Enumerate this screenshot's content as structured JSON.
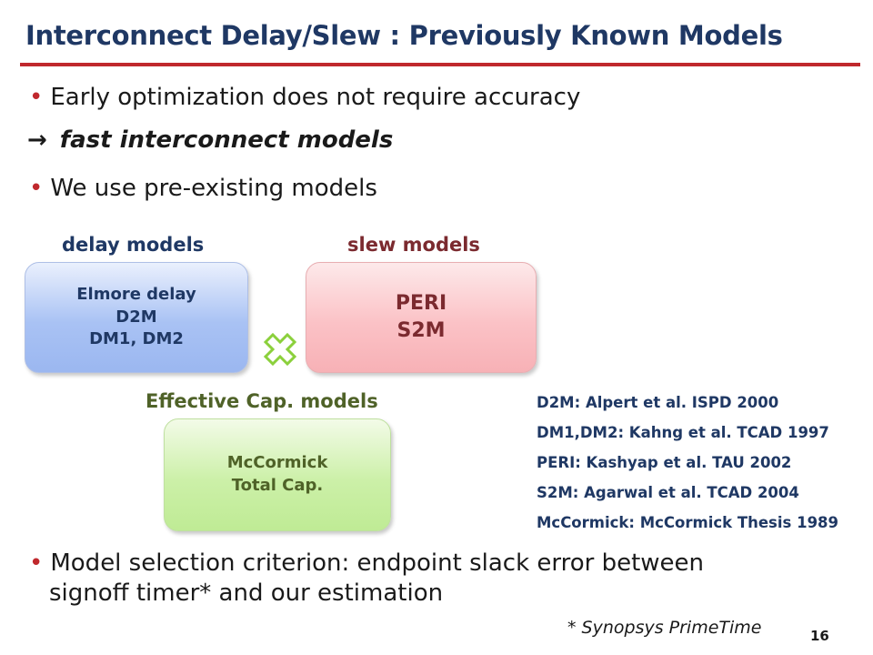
{
  "slide": {
    "title": "Interconnect Delay/Slew : Previously Known Models",
    "bullets": [
      "Early optimization does not require accuracy",
      "We use pre-existing  models"
    ],
    "arrow_line": {
      "arrow": "→",
      "text": "fast  interconnect models"
    },
    "delay_models": {
      "label": "delay models",
      "label_color": "#1f3864",
      "lines": [
        "Elmore delay",
        "D2M",
        "DM1, DM2"
      ]
    },
    "slew_models": {
      "label": "slew models",
      "label_color": "#7b2a2f",
      "lines": [
        "PERI",
        "S2M"
      ]
    },
    "effcap_models": {
      "label": "Effective Cap. models",
      "label_color": "#4f6228",
      "lines": [
        "McCormick",
        "Total Cap."
      ]
    },
    "cross_icon": "cross-multiply-icon",
    "references": [
      "D2M: Alpert et al.  ISPD 2000",
      "DM1,DM2: Kahng et al. TCAD 1997",
      "PERI: Kashyap et al. TAU 2002",
      "S2M: Agarwal et al. TCAD 2004",
      "McCormick: McCormick Thesis 1989"
    ],
    "bottom_bullet": {
      "line1": "Model selection criterion: endpoint  slack error between",
      "line2": "signoff timer* and our estimation"
    },
    "footnote": "* Synopsys PrimeTime",
    "page_number": "16",
    "colors": {
      "title": "#1f3864",
      "rule": "#c0282d",
      "bullet_dot": "#c0282d",
      "cross_icon": "#8bd03c"
    }
  }
}
